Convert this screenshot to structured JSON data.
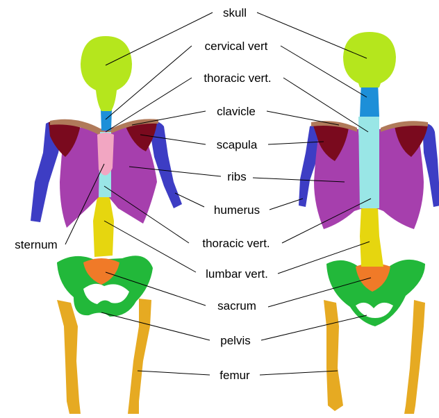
{
  "labels": {
    "skull": "skull",
    "cervical": "cervical vert",
    "thoracic_top": "thoracic vert.",
    "clavicle": "clavicle",
    "scapula": "scapula",
    "ribs": "ribs",
    "humerus": "humerus",
    "sternum": "sternum",
    "thoracic_bottom": "thoracic vert.",
    "lumbar": "lumbar vert.",
    "sacrum": "sacrum",
    "pelvis": "pelvis",
    "femur": "femur"
  },
  "colors": {
    "skull": "#b5e61d",
    "cervical": "#1d8fd8",
    "thoracic": "#99e6e6",
    "clavicle": "#b07a5a",
    "scapula": "#7a0a1e",
    "ribs": "#a63fad",
    "humerus": "#3d3dc4",
    "sternum": "#f2a6c2",
    "lumbar": "#e6d60f",
    "sacrum": "#f07a28",
    "pelvis": "#22b83a",
    "femur": "#e6aa22"
  }
}
